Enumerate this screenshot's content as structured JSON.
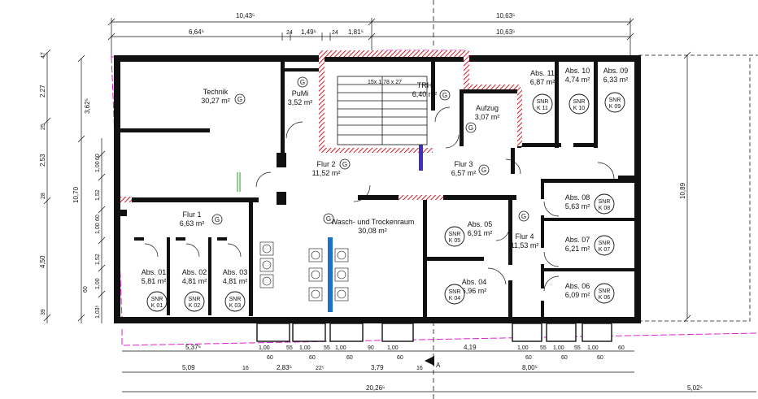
{
  "rooms": [
    {
      "id": "technik",
      "name": "Technik",
      "area": "30,27 m²"
    },
    {
      "id": "pumi",
      "name": "PuMi",
      "area": "3,52 m²"
    },
    {
      "id": "trh",
      "name": "TRH",
      "area": "6,40 m²"
    },
    {
      "id": "aufzug",
      "name": "Aufzug",
      "area": "3,07 m²"
    },
    {
      "id": "abs11",
      "name": "Abs. 11",
      "area": "6,87 m²"
    },
    {
      "id": "abs10",
      "name": "Abs. 10",
      "area": "4,74 m²"
    },
    {
      "id": "abs09",
      "name": "Abs. 09",
      "area": "6,33 m²"
    },
    {
      "id": "flur2",
      "name": "Flur 2",
      "area": "11,52 m²"
    },
    {
      "id": "flur3",
      "name": "Flur 3",
      "area": "6,57 m²"
    },
    {
      "id": "flur1",
      "name": "Flur 1",
      "area": "6,63 m²"
    },
    {
      "id": "wasch",
      "name": "Wasch- und Trockenraum",
      "area": "30,08 m²"
    },
    {
      "id": "abs05",
      "name": "Abs. 05",
      "area": "6,91 m²"
    },
    {
      "id": "flur4",
      "name": "Flur 4",
      "area": "11,53 m²"
    },
    {
      "id": "abs08",
      "name": "Abs. 08",
      "area": "5,63 m²"
    },
    {
      "id": "abs07",
      "name": "Abs. 07",
      "area": "6,21 m²"
    },
    {
      "id": "abs06",
      "name": "Abs. 06",
      "area": "6,09 m²"
    },
    {
      "id": "abs04",
      "name": "Abs. 04",
      "area": "6,96 m²"
    },
    {
      "id": "abs01",
      "name": "Abs. 01",
      "area": "5,81 m²"
    },
    {
      "id": "abs02",
      "name": "Abs. 02",
      "area": "4,81 m²"
    },
    {
      "id": "abs03",
      "name": "Abs. 03",
      "area": "4,81 m²"
    }
  ],
  "rauchmelder_symbol": "G",
  "snr_label": "SNR",
  "snr_units": [
    "K 11",
    "K 10",
    "K 09",
    "K 08",
    "K 07",
    "K 06",
    "K 05",
    "K 04",
    "K 01",
    "K 02",
    "K 03"
  ],
  "stair_note": "15x 1,78 x 27",
  "dims_top": {
    "row1": [
      "10,43⁵",
      "10,63⁵"
    ],
    "row2": [
      "6,64⁵",
      "24",
      "1,49⁵",
      "24",
      "1,81⁵",
      "10,63⁵"
    ],
    "left_top": "47"
  },
  "dims_left": {
    "outer": [
      "2,27",
      "3,62⁵",
      "2,53",
      "10,70",
      "4,50",
      "39"
    ],
    "inner": [
      "25",
      "1,00",
      "60",
      "28",
      "1,52",
      "1,00",
      "60",
      "1,52",
      "1,00",
      "60",
      "1,03⁵"
    ]
  },
  "dims_right": "10,89",
  "dims_bottom": {
    "row1": [
      "5,37⁵",
      "1,00",
      "55",
      "1,00",
      "55",
      "1,00",
      "90",
      "1,00",
      "4,19",
      "1,00",
      "55",
      "1,00",
      "55",
      "1,00",
      "60"
    ],
    "row1_sub": [
      "60",
      "60",
      "60",
      "60",
      "60",
      "60",
      "60"
    ],
    "row2": [
      "5,09",
      "16",
      "2,83⁵",
      "22⁵",
      "3,79",
      "16",
      "8,00⁵"
    ],
    "total": "20,26⁵",
    "extra": "5,02⁵",
    "section_mark": "A"
  }
}
